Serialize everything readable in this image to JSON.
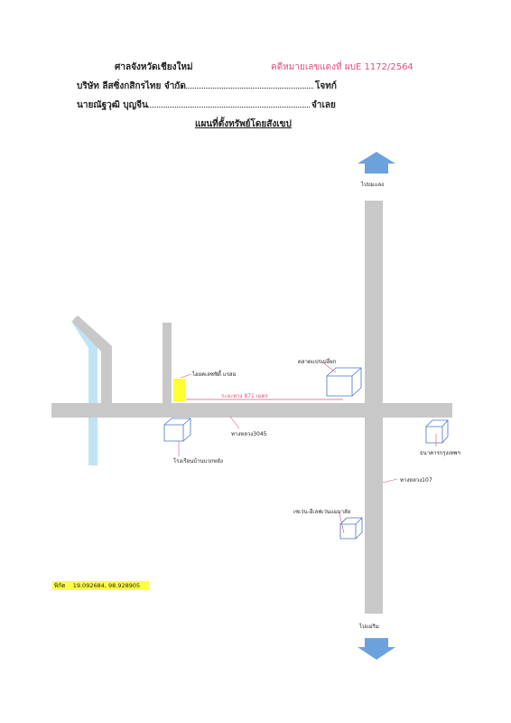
{
  "header": {
    "court": "ศาลจังหวัดเชียงใหม่",
    "case_number": "คดีหมายเลขแดงที่ ผบE 1172/2564",
    "plaintiff_name": "บริษัท ลีสซิ่งกสิกรไทย จำกัด",
    "plaintiff_role": "โจทก์",
    "defendant_name": "นายณัฐวุฒิ   บุญจีน",
    "defendant_role": "จำเลย",
    "map_title": "แผนที่ตั้งทรัพย์โดยสังเขป"
  },
  "directions": {
    "north": "ไปบ่มแลง",
    "south": "ไปแม่ริม"
  },
  "labels": {
    "property": "ไอยคเลซซิตี้ แรสอ",
    "distance": "ระยะทาง 871 เมตร",
    "market": "ตลาดแปรเปลี่ยก",
    "road_3045": "ทางหลวง3045",
    "school": "โรงเรียนบ้านบวกหลัง",
    "bank": "ธนาคารกรุงเทพฯ",
    "road_107": "ทางหลวง107",
    "seven_eleven": "เซเว่น-อีเลฟเว่นแมมาลัย"
  },
  "coordinates": {
    "label": "พิกัด",
    "value": "19.092684, 98.928905"
  },
  "colors": {
    "road": "#c8c8c8",
    "river": "#bfe4f6",
    "arrow": "#6ba2dd",
    "property": "#ffff33",
    "building": "#4a72c8",
    "pointer": "#e0507a"
  }
}
